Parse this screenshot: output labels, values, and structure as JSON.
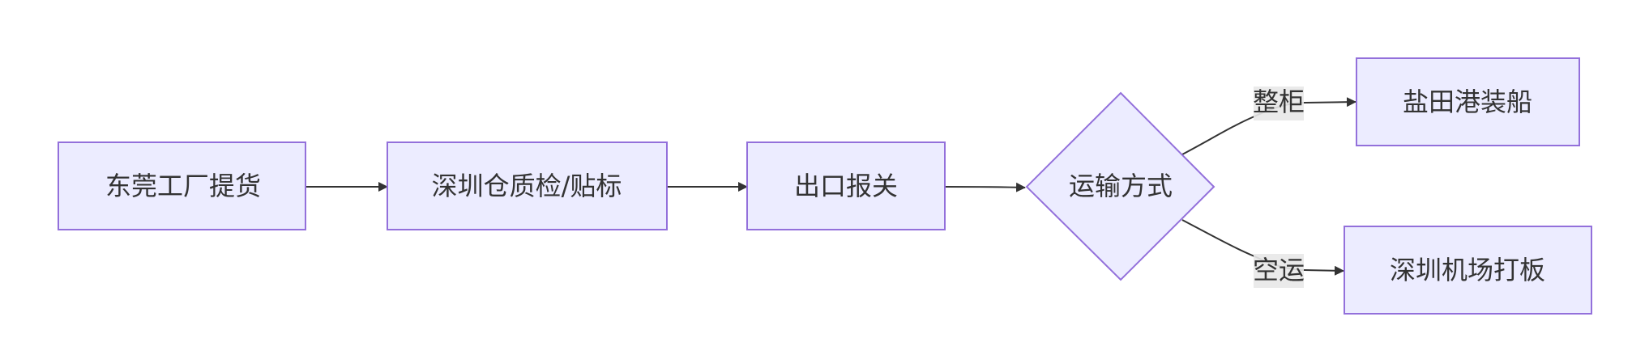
{
  "nodes": {
    "pickup": "东莞工厂提货",
    "qc": "深圳仓质检/贴标",
    "customs": "出口报关",
    "mode": "运输方式",
    "sea": "盐田港装船",
    "air": "深圳机场打板"
  },
  "edges": {
    "full_container": "整柜",
    "air_freight": "空运"
  },
  "colors": {
    "node_fill": "#ececff",
    "node_stroke": "#9370db",
    "edge": "#333333",
    "label_bg": "#e8e8e8"
  }
}
